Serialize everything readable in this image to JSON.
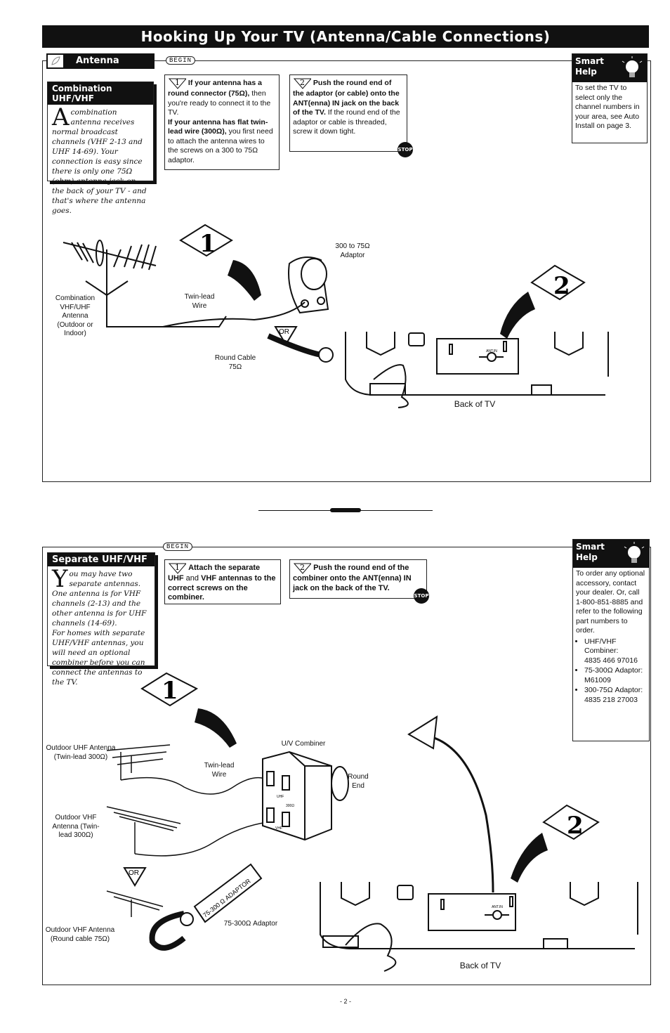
{
  "page": {
    "title": "Hooking Up Your TV (Antenna/Cable Connections)",
    "page_number": "- 2 -"
  },
  "antenna_section": {
    "tab": "Antenna",
    "begin": "BEGIN",
    "intro": {
      "heading": "Combination UHF/VHF",
      "dropcap": "A",
      "text": "combination antenna receives normal broadcast channels (VHF 2-13 and UHF 14-69). Your connection is easy since there is only one 75Ω (ohm) antenna jack on the back of your TV - and that's where the antenna goes."
    },
    "step1": {
      "num": "1",
      "bold1": "If your antenna has a round connector (75Ω),",
      "text1": "then you're ready to connect it to the TV.",
      "bold2": "If your antenna has flat twin-lead wire (300Ω),",
      "text2": "you first need to attach the antenna wires to the screws on a 300 to 75Ω adaptor."
    },
    "step2": {
      "num": "2",
      "bold1": "Push the round end of the adaptor (or cable) onto the ANT(enna) IN jack on the back of the TV.",
      "text1": "If the round end of the adaptor or cable is threaded, screw it down tight."
    },
    "stop": "STOP",
    "smart_help": {
      "heading1": "Smart",
      "heading2": "Help",
      "text": "To set the TV to select only the channel numbers in your area, see Auto Install on page 3."
    },
    "diagram": {
      "antenna_label": "Combination VHF/UHF Antenna (Outdoor or Indoor)",
      "twinlead_label": "Twin-lead Wire",
      "adaptor_label": "300 to 75Ω Adaptor",
      "or_label": "OR",
      "round_cable_label": "Round Cable 75Ω",
      "back_label": "Back of TV",
      "ant_in_label": "ANT.IN",
      "callout1": "1",
      "callout2": "2"
    }
  },
  "separate_section": {
    "begin": "BEGIN",
    "intro": {
      "heading": "Separate UHF/VHF",
      "dropcap": "Y",
      "text": "ou may have two separate antennas. One antenna is for VHF channels (2-13) and the other antenna is for UHF channels (14-69).",
      "text2": "For homes with separate UHF/VHF antennas, you will need an optional combiner before you can connect the antennas to the TV."
    },
    "step1": {
      "num": "1",
      "b1": "Attach the separate UHF",
      "t1": "and",
      "b2": "VHF antennas to the correct screws on the combiner."
    },
    "step2": {
      "num": "2",
      "b1": "Push the round end of the combiner onto the",
      "b2": "ANT(enna) IN",
      "b3": "jack on the back of the TV."
    },
    "stop": "STOP",
    "smart_help": {
      "heading1": "Smart",
      "heading2": "Help",
      "text": "To order any optional accessory, contact your dealer. Or, call 1-800-851-8885 and refer to the following part numbers to order.",
      "parts": [
        {
          "name": "UHF/VHF Combiner:",
          "num": "4835 466 97016"
        },
        {
          "name": "75-300Ω Adaptor:",
          "num": "M61009"
        },
        {
          "name": "300-75Ω Adaptor:",
          "num": "4835 218 27003"
        }
      ]
    },
    "diagram": {
      "uhf_antenna_label": "Outdoor UHF Antenna (Twin-lead 300Ω)",
      "vhf_antenna_label": "Outdoor VHF Antenna (Twin-lead 300Ω)",
      "vhf_round_label": "Outdoor VHF Antenna (Round cable 75Ω)",
      "twinlead_label": "Twin-lead Wire",
      "combiner_label": "U/V Combiner",
      "round_end_label": "Round End",
      "adaptor_label": "75-300Ω Adaptor",
      "adaptor_text": "75-300 Ω ADAPTOR",
      "or_label": "OR",
      "back_label": "Back of TV",
      "ant_in_label": "ANT.IN",
      "uhf_small": "UHF",
      "vhf_small": "VHF",
      "ohm_small": "300Ω",
      "callout1": "1",
      "callout2": "2"
    }
  }
}
